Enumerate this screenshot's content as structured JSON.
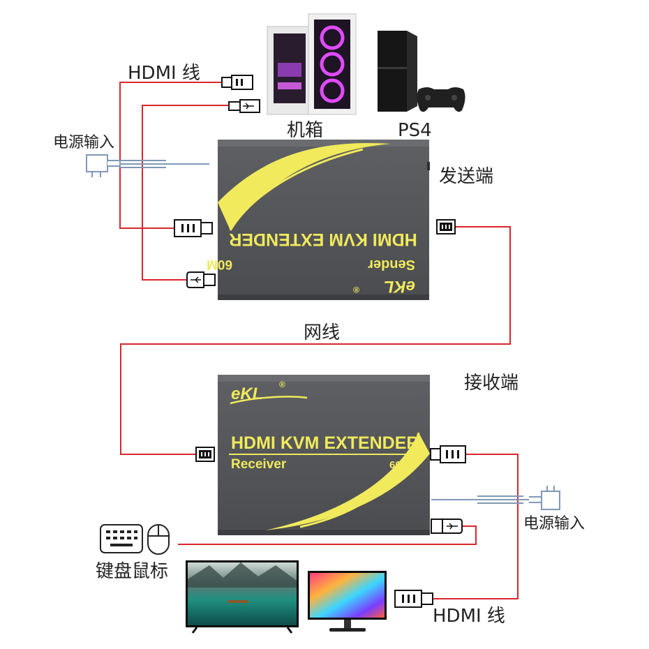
{
  "labels": {
    "hdmi_top": "HDMI 线",
    "pc_case": "机箱",
    "ps4": "PS4",
    "power_left": "电源输入",
    "sender_side": "发送端",
    "network": "网线",
    "receiver_side": "接收端",
    "power_right": "电源输入",
    "keyboard_mouse": "键盘鼠标",
    "hdmi_bottom": "HDMI 线"
  },
  "sender": {
    "title": "HDMI KVM EXTENDER",
    "subtitle": "Sender",
    "range": "60M",
    "brand": "eKL",
    "reg": "®"
  },
  "receiver": {
    "title": "HDMI KVM EXTENDER",
    "subtitle": "Receiver",
    "range": "60M",
    "brand": "eKL",
    "reg": "®"
  },
  "colors": {
    "hdmi_wire": "#d9262c",
    "power_wire": "#7f98b6",
    "box_body": "#55575a",
    "box_accent": "#f1ea5c"
  }
}
